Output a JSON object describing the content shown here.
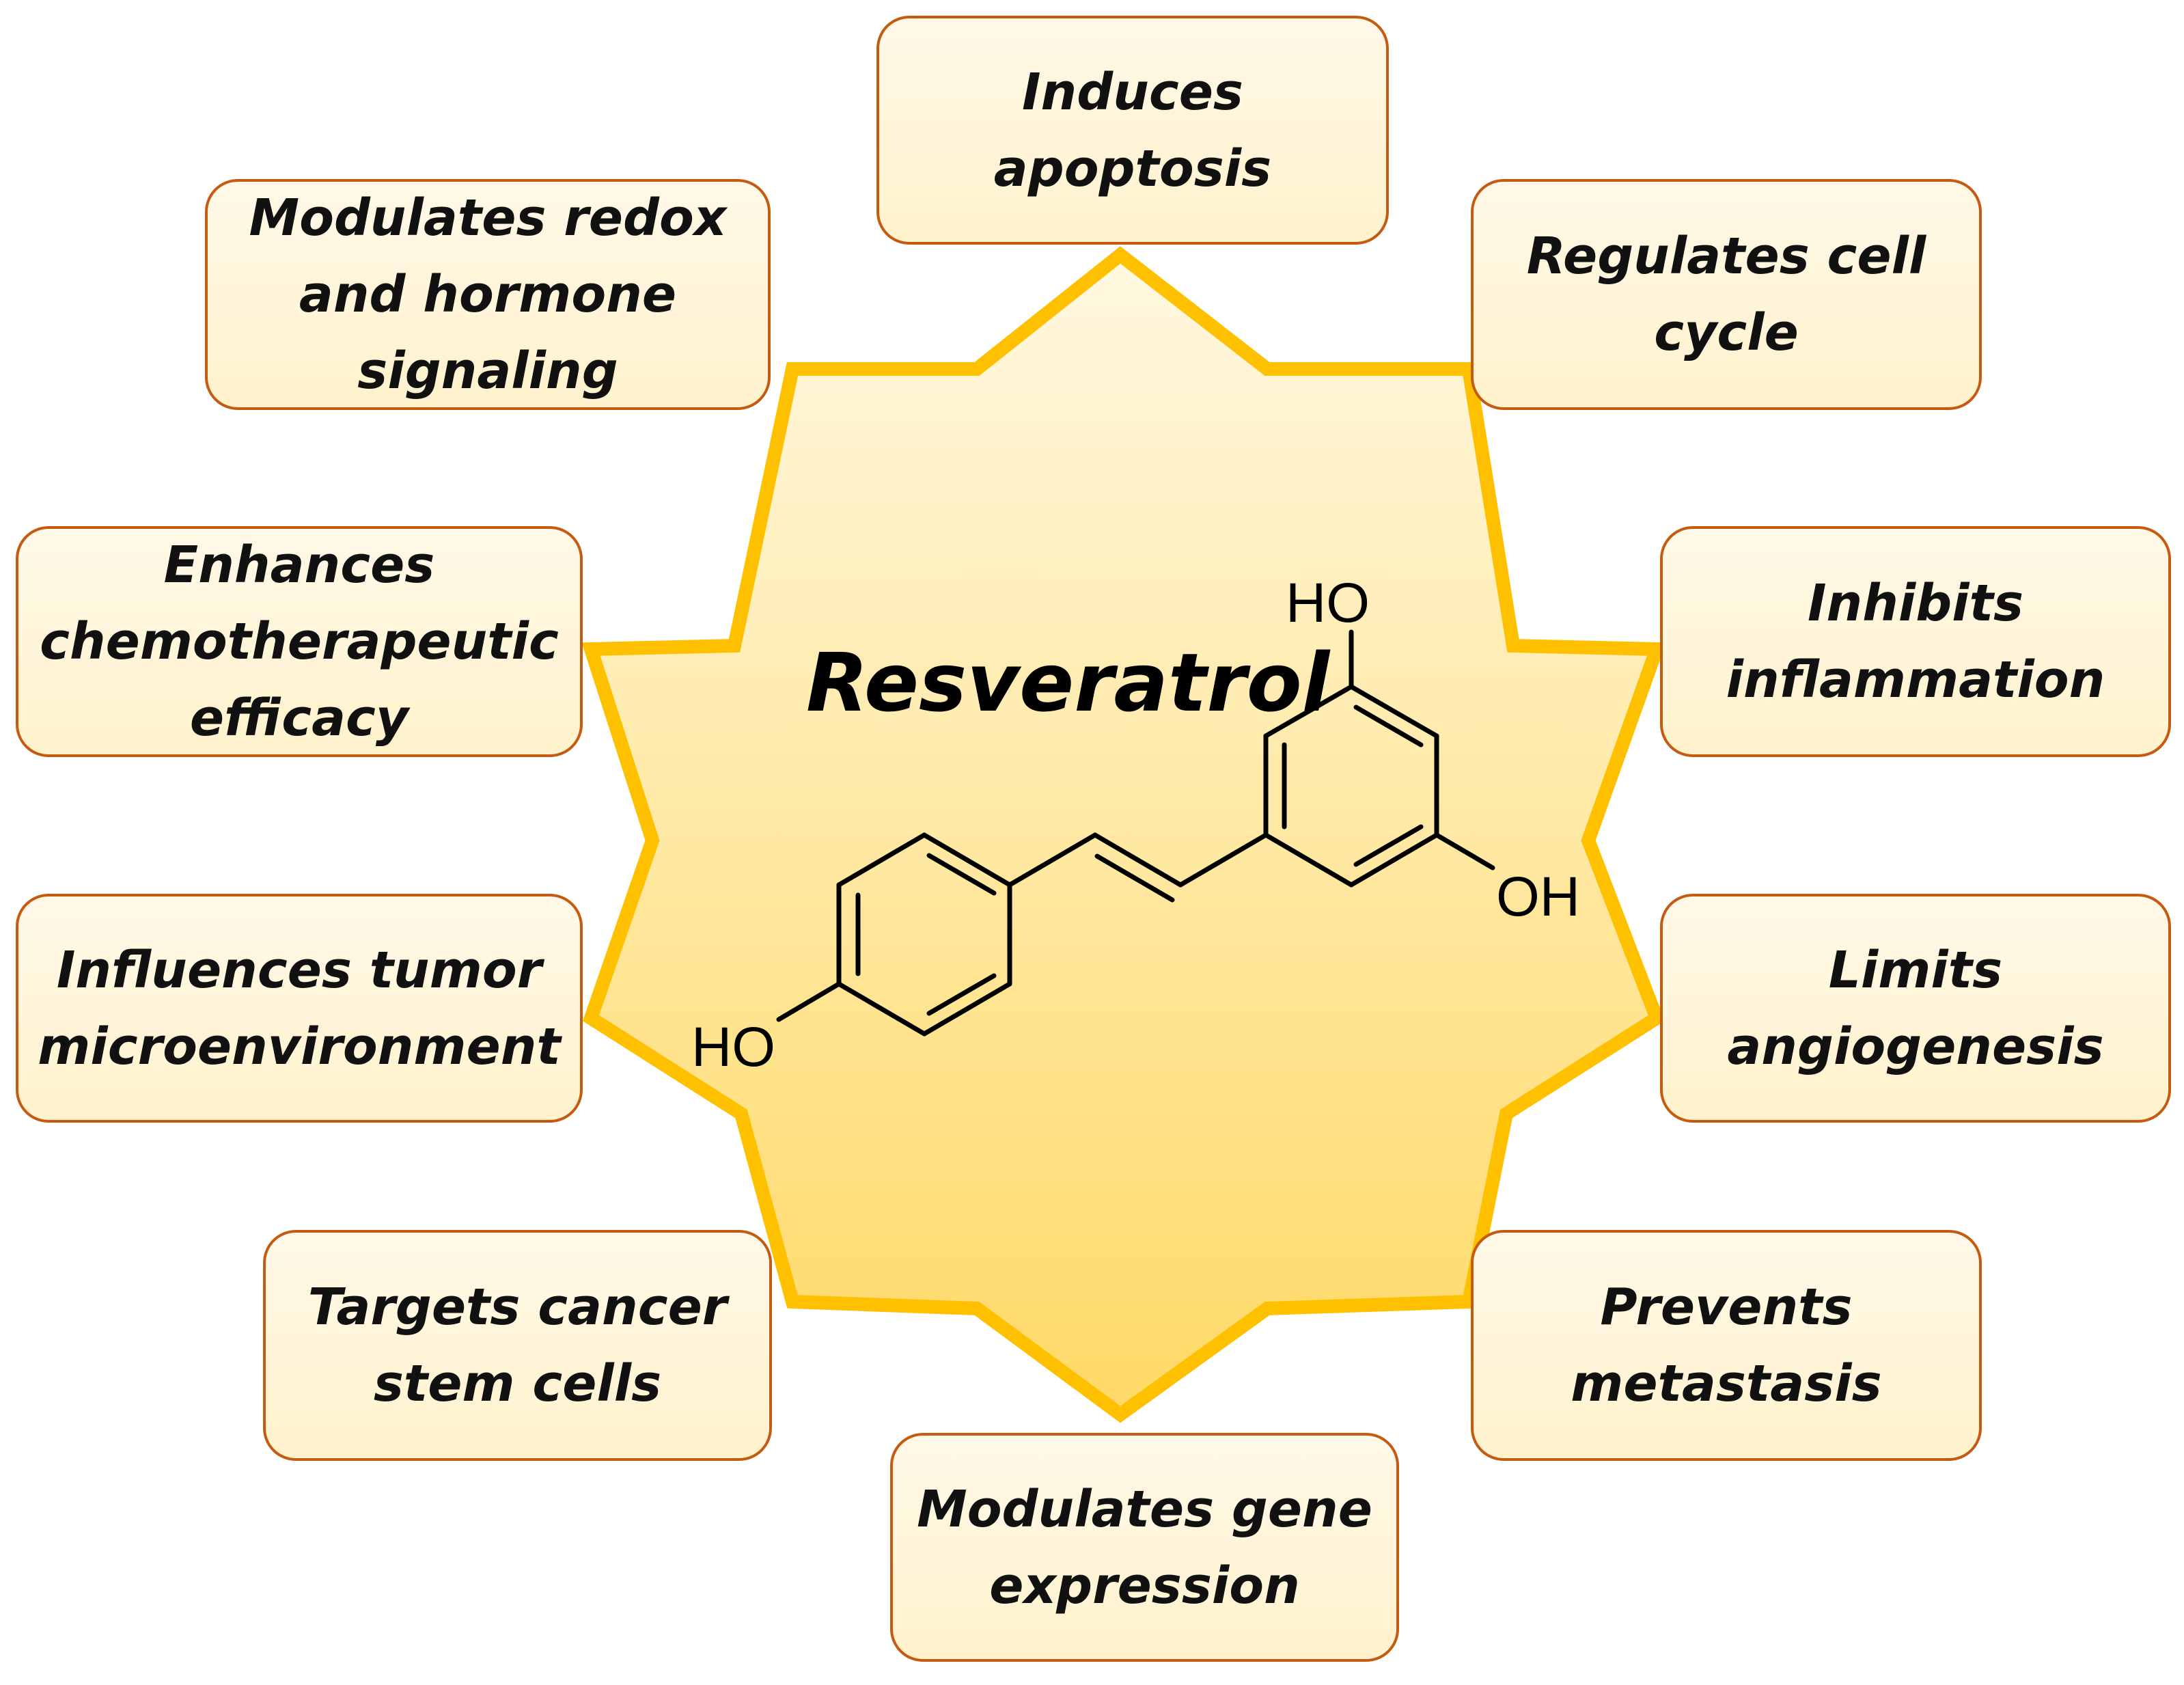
{
  "center": {
    "title": "Resveratrol",
    "atoms": {
      "oh_top": "HO",
      "oh_right": "OH",
      "oh_left": "HO"
    }
  },
  "colors": {
    "star_stroke": "#FFC000",
    "star_fill_top": "#FFF8E1",
    "star_fill_bottom": "#FFD966",
    "box_border": "#C55A11",
    "box_fill": "#FFF2CC"
  },
  "effects": [
    {
      "id": "apoptosis",
      "lines": [
        "Induces",
        "apoptosis"
      ]
    },
    {
      "id": "cell-cycle",
      "lines": [
        "Regulates cell",
        "cycle"
      ]
    },
    {
      "id": "inflammation",
      "lines": [
        "Inhibits",
        "inflammation"
      ]
    },
    {
      "id": "angiogenesis",
      "lines": [
        "Limits",
        "angiogenesis"
      ]
    },
    {
      "id": "metastasis",
      "lines": [
        "Prevents",
        "metastasis"
      ]
    },
    {
      "id": "gene-expression",
      "lines": [
        "Modulates gene",
        "expression"
      ]
    },
    {
      "id": "stem-cells",
      "lines": [
        "Targets cancer",
        "stem cells"
      ]
    },
    {
      "id": "tumor-microenvironment",
      "lines": [
        "Influences tumor",
        "microenvironment"
      ]
    },
    {
      "id": "chemotherapeutic",
      "lines": [
        "Enhances",
        "chemotherapeutic",
        "efficacy"
      ]
    },
    {
      "id": "redox-hormone",
      "lines": [
        "Modulates redox",
        "and hormone",
        "signaling"
      ]
    }
  ]
}
